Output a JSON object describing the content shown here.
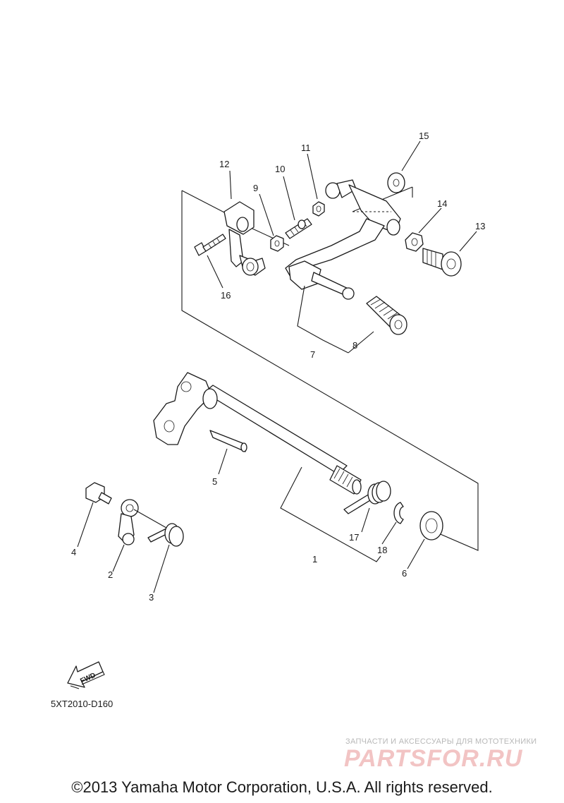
{
  "diagram": {
    "part_labels": {
      "p1": "1",
      "p2": "2",
      "p3": "3",
      "p4": "4",
      "p5": "5",
      "p6": "6",
      "p7": "7",
      "p8": "8",
      "p9": "9",
      "p10": "10",
      "p11": "11",
      "p12": "12",
      "p13": "13",
      "p14": "14",
      "p15": "15",
      "p16": "16",
      "p17": "17",
      "p18": "18"
    },
    "fwd_label": "FWD",
    "diagram_code": "5XT2010-D160"
  },
  "watermark": {
    "subtitle": "ЗАПЧАСТИ И АКСЕССУАРЫ ДЛЯ МОТОТЕХНИКИ",
    "logo": "PARTSFOR.RU"
  },
  "footer": {
    "copyright": "©2013 Yamaha Motor Corporation, U.S.A. All rights reserved."
  }
}
